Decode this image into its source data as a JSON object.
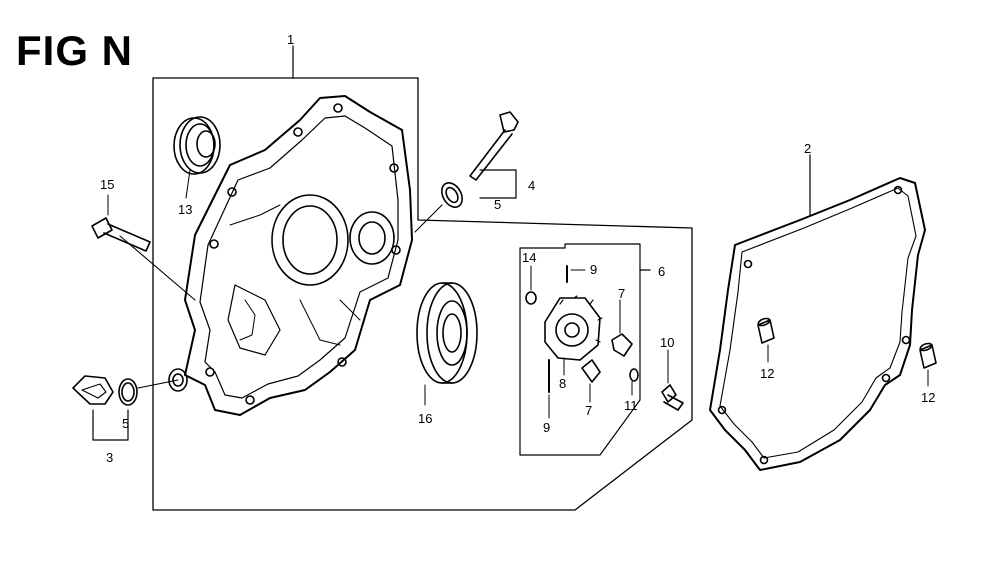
{
  "figure": {
    "title": "FIG N"
  },
  "callouts": [
    {
      "id": "c1",
      "label": "1"
    },
    {
      "id": "c2",
      "label": "2"
    },
    {
      "id": "c3",
      "label": "3"
    },
    {
      "id": "c4",
      "label": "4"
    },
    {
      "id": "c5a",
      "label": "5"
    },
    {
      "id": "c5b",
      "label": "5"
    },
    {
      "id": "c6",
      "label": "6"
    },
    {
      "id": "c7a",
      "label": "7"
    },
    {
      "id": "c7b",
      "label": "7"
    },
    {
      "id": "c8",
      "label": "8"
    },
    {
      "id": "c9a",
      "label": "9"
    },
    {
      "id": "c9b",
      "label": "9"
    },
    {
      "id": "c10",
      "label": "10"
    },
    {
      "id": "c11",
      "label": "11"
    },
    {
      "id": "c12a",
      "label": "12"
    },
    {
      "id": "c12b",
      "label": "12"
    },
    {
      "id": "c13",
      "label": "13"
    },
    {
      "id": "c14",
      "label": "14"
    },
    {
      "id": "c15",
      "label": "15"
    },
    {
      "id": "c16",
      "label": "16"
    }
  ],
  "colors": {
    "ink": "#000000",
    "paper": "#ffffff"
  }
}
